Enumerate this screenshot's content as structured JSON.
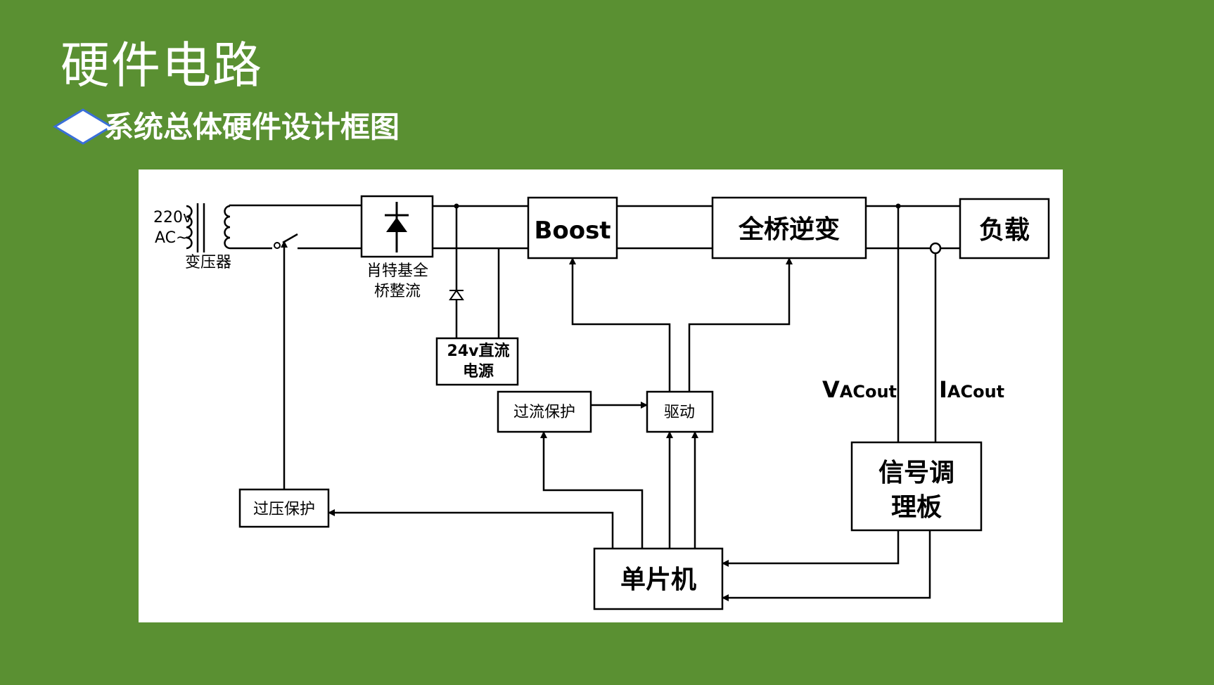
{
  "header": {
    "title": "硬件电路",
    "subtitle": "系统总体硬件设计框图"
  },
  "diagram": {
    "source_voltage_line1": "220v",
    "source_voltage_line2": "AC~",
    "transformer_label": "变压器",
    "rectifier_label_line1": "肖特基全",
    "rectifier_label_line2": "桥整流",
    "dc_supply_line1": "24v直流",
    "dc_supply_line2": "电源",
    "boost_label": "Boost",
    "inverter_label": "全桥逆变",
    "load_label": "负载",
    "overcurrent_label": "过流保护",
    "driver_label": "驱动",
    "overvoltage_label": "过压保护",
    "mcu_label": "单片机",
    "conditioning_line1": "信号调",
    "conditioning_line2": "理板",
    "vac_main": "V",
    "vac_sub": "ACout",
    "iac_main": "I",
    "iac_sub": "ACout"
  },
  "colors": {
    "background": "#5a9032",
    "canvas": "#ffffff",
    "ink": "#000000",
    "bullet_border": "#3a6fd8"
  }
}
